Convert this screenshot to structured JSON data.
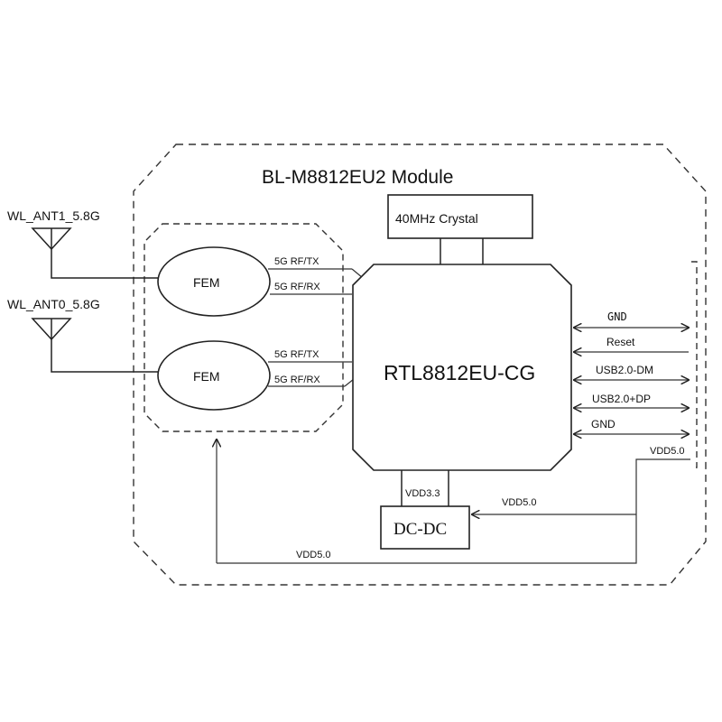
{
  "module": {
    "title": "BL-M8812EU2 Module"
  },
  "antennas": [
    {
      "label": "WL_ANT1_5.8G"
    },
    {
      "label": "WL_ANT0_5.8G"
    }
  ],
  "fem": [
    {
      "label": "FEM",
      "tx": "5G RF/TX",
      "rx": "5G RF/RX"
    },
    {
      "label": "FEM",
      "tx": "5G RF/TX",
      "rx": "5G RF/RX"
    }
  ],
  "crystal": {
    "label": "40MHz Crystal"
  },
  "chip": {
    "label": "RTL8812EU-CG"
  },
  "dcdc": {
    "label": "DC-DC",
    "out": "VDD3.3",
    "in": "VDD5.0"
  },
  "pins": [
    {
      "label": "GND"
    },
    {
      "label": "Reset"
    },
    {
      "label": "USB2.0-DM"
    },
    {
      "label": "USB2.0+DP"
    },
    {
      "label": "GND"
    }
  ],
  "power": {
    "connector_vdd": "VDD5.0",
    "fem_vdd": "VDD5.0"
  }
}
